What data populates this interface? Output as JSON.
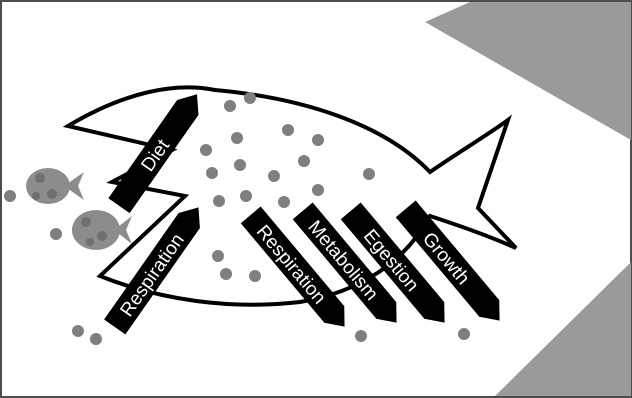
{
  "diagram": {
    "labels": {
      "diet": "Diet",
      "respiration_left": "Respiration",
      "respiration_right": "Respiration",
      "metabolism": "Metabolism",
      "egestion": "Egestion",
      "growth": "Growth"
    }
  },
  "colors": {
    "background": "#ffffff",
    "frame": "#4d4d4d",
    "corner_shapes": "#9a9a9a",
    "arrow_fill": "#000000",
    "label_text": "#ffffff",
    "dots": "#7f7f7f",
    "small_fish": "#8c8c8c"
  }
}
